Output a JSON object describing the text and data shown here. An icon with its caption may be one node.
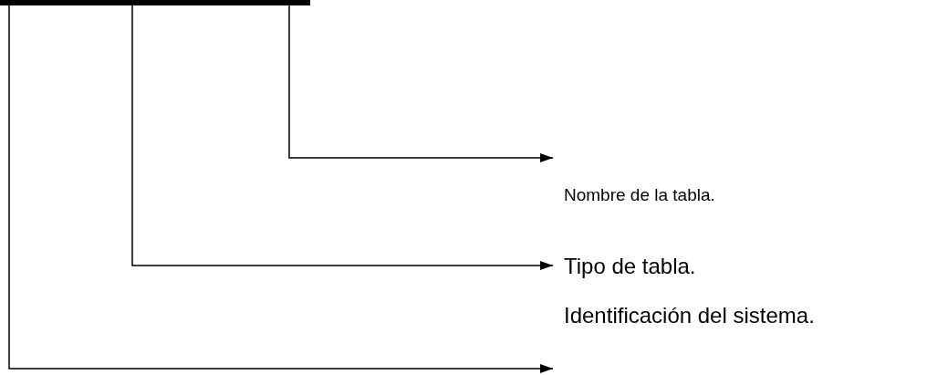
{
  "diagram": {
    "nodes": [
      {
        "text": [],
        "shape": "bar"
      },
      {
        "text": [
          "Nombre de la tabla."
        ]
      },
      {
        "text": [
          "Tipo de tabla."
        ]
      },
      {
        "text": [
          "Identificación del sistema."
        ]
      }
    ],
    "edges": [
      {
        "from": 0,
        "to": 1,
        "arrow": "to"
      },
      {
        "from": 0,
        "to": 2,
        "arrow": "to"
      },
      {
        "from": 0,
        "to": 3,
        "arrow": "to"
      }
    ]
  }
}
